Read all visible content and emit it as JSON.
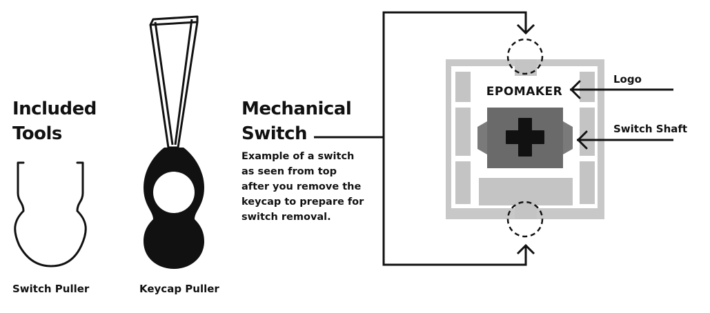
{
  "tools": {
    "title_line1": "Included",
    "title_line2": "Tools",
    "switch_puller_label": "Switch Puller",
    "keycap_puller_label": "Keycap Puller"
  },
  "switch_section": {
    "title_line1": "Mechanical",
    "title_line2": "Switch",
    "description": [
      "Example of a switch",
      "as seen from top",
      "after you remove the",
      "keycap to prepare for",
      "switch removal."
    ]
  },
  "switch_diagram": {
    "brand": "EPOMAKER",
    "logo_label": "Logo",
    "shaft_label": "Switch Shaft"
  },
  "colors": {
    "ink": "#111111",
    "housing_light": "#c8c8c8",
    "housing_mid": "#bdbdbd",
    "stem_dark": "#707070",
    "stem_darker": "#5e5e5e"
  }
}
